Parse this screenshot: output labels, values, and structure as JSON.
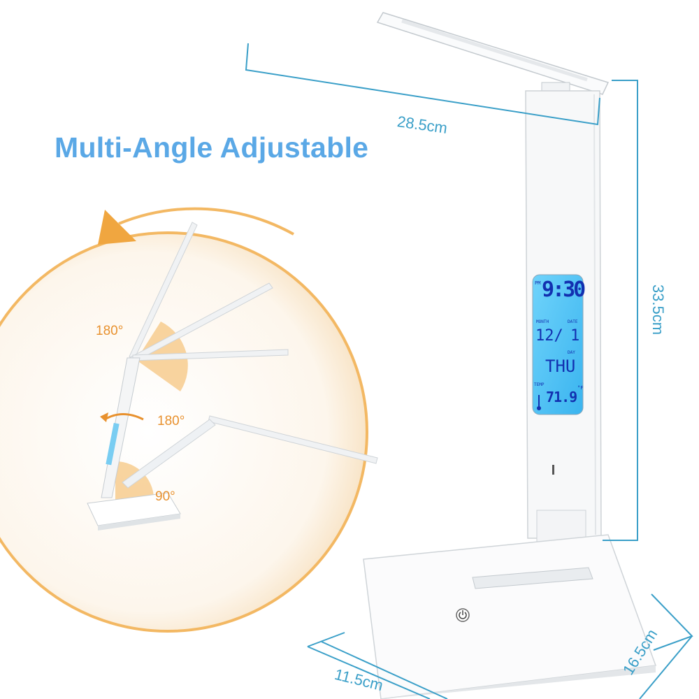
{
  "title": "Multi-Angle Adjustable",
  "dimensions": {
    "length": "28.5cm",
    "height": "33.5cm",
    "base_width": "11.5cm",
    "base_depth": "16.5cm"
  },
  "angles": {
    "head": "180°",
    "arm": "180°",
    "base": "90°"
  },
  "lcd": {
    "time": "9:30",
    "period": "PM",
    "month_label": "MONTH",
    "date_label": "DATE",
    "month": "12/",
    "date": "1",
    "day_label": "DAY",
    "day": "THU",
    "temp_label": "TEMP",
    "temp": "71.9",
    "temp_unit": "°F"
  },
  "colors": {
    "title": "#5aa8e6",
    "dimension_lines": "#3a9fc8",
    "accent_orange": "#f0a640",
    "lcd_background": "#5cc8f5"
  },
  "icons": [
    "rotate-arrow-icon",
    "power-touch-icon",
    "thermometer-icon"
  ]
}
